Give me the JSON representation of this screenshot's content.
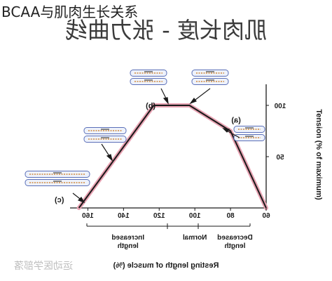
{
  "page": {
    "title": "BCAA与肌肉生长关系"
  },
  "chart_data": {
    "type": "line",
    "title": "肌肉长度 - 张力曲线",
    "xlabel": "Resting length of muscle (%)",
    "ylabel": "Tension (% of maximum)",
    "x_reversed": true,
    "xlim": [
      60,
      170
    ],
    "ylim": [
      0,
      100
    ],
    "x_ticks": [
      160,
      140,
      120,
      100,
      80,
      60
    ],
    "y_ticks": [
      50,
      100
    ],
    "grid": false,
    "series": [
      {
        "x": [
          165,
          123,
          103,
          80,
          60
        ],
        "values": [
          0,
          100,
          100,
          75,
          0
        ]
      }
    ],
    "points": [
      {
        "label": "(c)",
        "x": 165,
        "y": 0
      },
      {
        "label": "(b)",
        "x": 113,
        "y": 100
      },
      {
        "label": "(a)",
        "x": 80,
        "y": 75
      }
    ],
    "regions": [
      {
        "label": "Increased length",
        "from": 170,
        "to": 105
      },
      {
        "label": "Normal",
        "from": 105,
        "to": 95
      },
      {
        "label": "Decreased length",
        "from": 95,
        "to": 60
      }
    ],
    "line_color": "#1a1a1a",
    "highlight_color": "#e8a3b3",
    "watermark": "运动医学部落"
  }
}
